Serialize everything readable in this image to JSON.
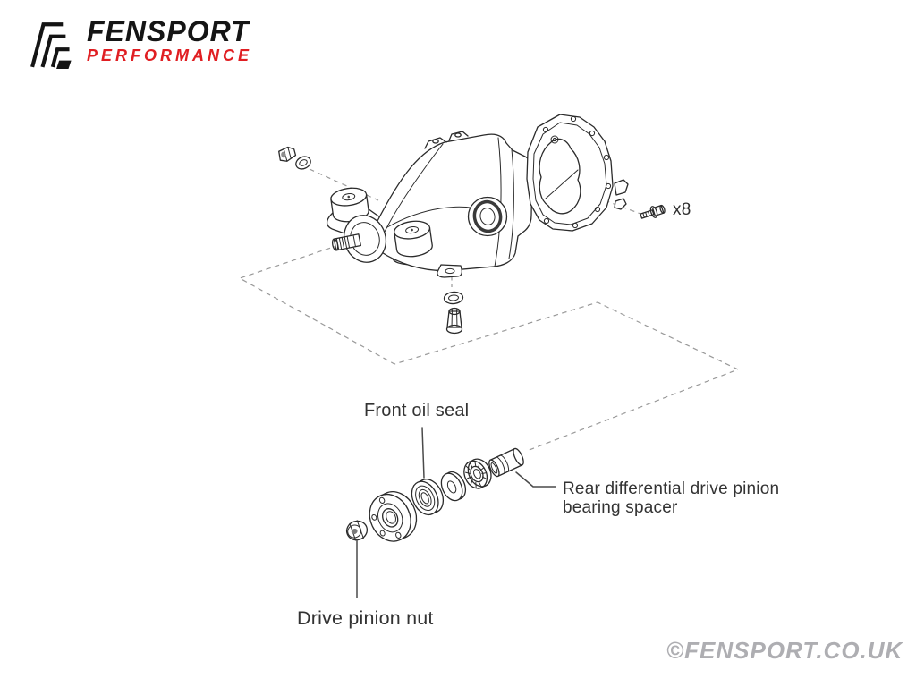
{
  "page": {
    "background": "#ffffff"
  },
  "brand": {
    "title": "FENSPORT",
    "subtitle": "PERFORMANCE",
    "title_color": "#151515",
    "subtitle_color": "#e01e22"
  },
  "diagram": {
    "callouts": {
      "front_oil_seal": "Front oil seal",
      "bearing_spacer": "Rear differential drive pinion bearing spacer",
      "drive_pinion_nut": "Drive pinion nut",
      "bolt_count": "x8"
    },
    "ink_color": "#2b2b2b",
    "dash_color": "#999999",
    "label_color": "#333333",
    "parts": [
      "rear-differential-carrier",
      "rear-cover",
      "cover-bolt",
      "filler-plug",
      "filler-plug-gasket",
      "drain-plug-washer",
      "drain-plug",
      "drive-pinion-nut",
      "companion-flange",
      "front-oil-seal",
      "oil-slinger-washer",
      "pinion-bearing",
      "bearing-spacer"
    ]
  },
  "watermark": {
    "text": "©FENSPORT.CO.UK",
    "color": "#a6a6aa"
  }
}
